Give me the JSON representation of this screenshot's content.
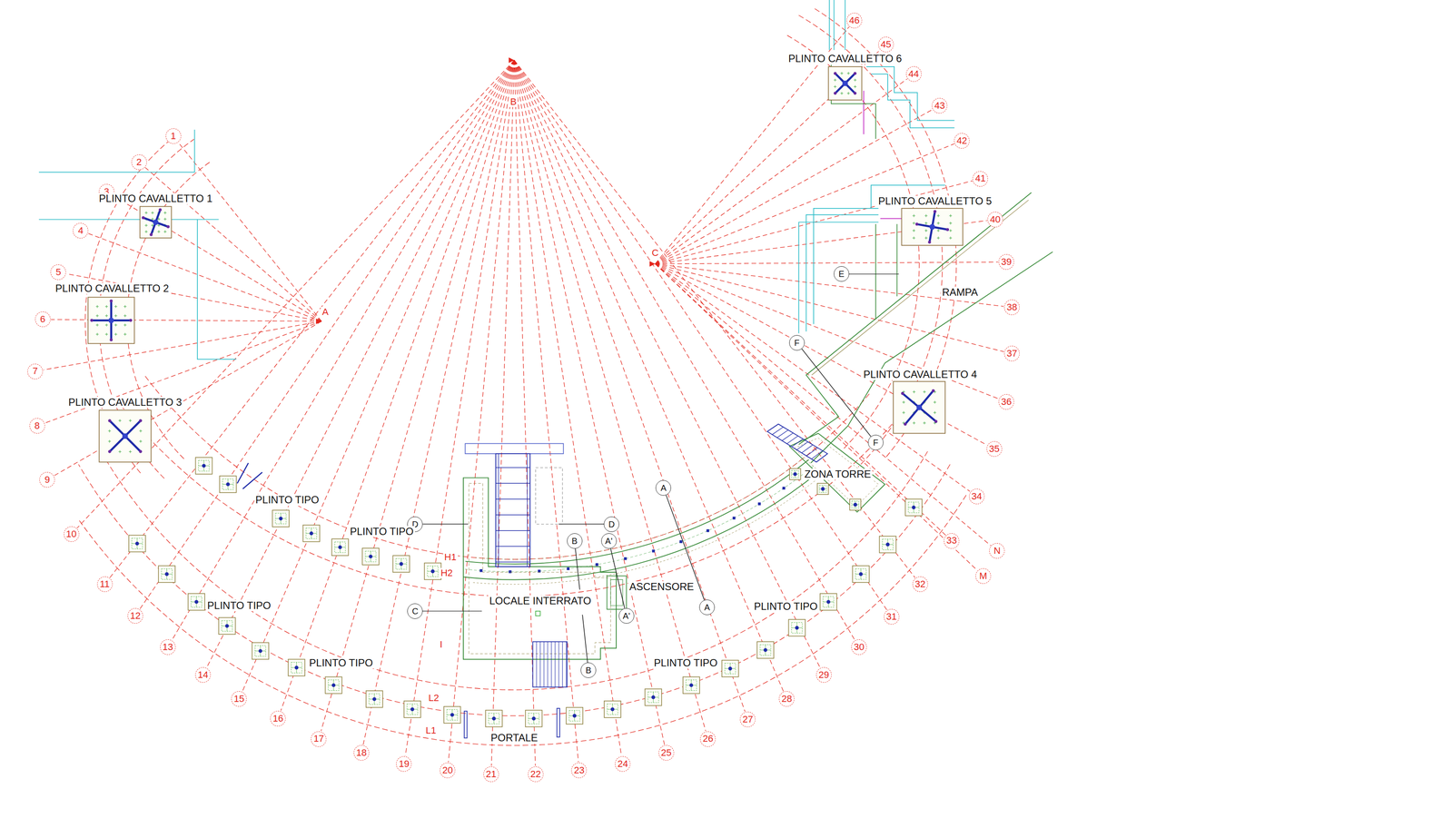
{
  "diagram": {
    "nodes": [
      {
        "text": [
          "1"
        ]
      },
      {
        "text": [
          "2"
        ]
      },
      {
        "text": [
          "3"
        ]
      },
      {
        "text": [
          "4"
        ]
      },
      {
        "text": [
          "5"
        ]
      },
      {
        "text": [
          "6"
        ]
      },
      {
        "text": [
          "7"
        ]
      },
      {
        "text": [
          "8"
        ]
      },
      {
        "text": [
          "9"
        ]
      },
      {
        "text": [
          "10"
        ]
      },
      {
        "text": [
          "11"
        ]
      },
      {
        "text": [
          "12"
        ]
      },
      {
        "text": [
          "13"
        ]
      },
      {
        "text": [
          "14"
        ]
      },
      {
        "text": [
          "15"
        ]
      },
      {
        "text": [
          "16"
        ]
      },
      {
        "text": [
          "17"
        ]
      },
      {
        "text": [
          "18"
        ]
      },
      {
        "text": [
          "19"
        ]
      },
      {
        "text": [
          "20"
        ]
      },
      {
        "text": [
          "21"
        ]
      },
      {
        "text": [
          "22"
        ]
      },
      {
        "text": [
          "23"
        ]
      },
      {
        "text": [
          "24"
        ]
      },
      {
        "text": [
          "25"
        ]
      },
      {
        "text": [
          "26"
        ]
      },
      {
        "text": [
          "27"
        ]
      },
      {
        "text": [
          "28"
        ]
      },
      {
        "text": [
          "29"
        ]
      },
      {
        "text": [
          "30"
        ]
      },
      {
        "text": [
          "31"
        ]
      },
      {
        "text": [
          "32"
        ]
      },
      {
        "text": [
          "33"
        ]
      },
      {
        "text": [
          "34"
        ]
      },
      {
        "text": [
          "35"
        ]
      },
      {
        "text": [
          "36"
        ]
      },
      {
        "text": [
          "37"
        ]
      },
      {
        "text": [
          "38"
        ]
      },
      {
        "text": [
          "39"
        ]
      },
      {
        "text": [
          "40"
        ]
      },
      {
        "text": [
          "41"
        ]
      },
      {
        "text": [
          "42"
        ]
      },
      {
        "text": [
          "43"
        ]
      },
      {
        "text": [
          "44"
        ]
      },
      {
        "text": [
          "45"
        ]
      },
      {
        "text": [
          "46"
        ]
      },
      {
        "text": [
          "N"
        ]
      },
      {
        "text": [
          "M"
        ]
      },
      {
        "text": [
          "PLINTO CAVALLETTO 1"
        ]
      },
      {
        "text": [
          "PLINTO CAVALLETTO 2"
        ]
      },
      {
        "text": [
          "PLINTO CAVALLETTO 3"
        ]
      },
      {
        "text": [
          "PLINTO CAVALLETTO 4"
        ]
      },
      {
        "text": [
          "PLINTO CAVALLETTO 5"
        ]
      },
      {
        "text": [
          "PLINTO CAVALLETTO 6"
        ]
      },
      {
        "text": [
          "A"
        ]
      },
      {
        "text": [
          "A"
        ]
      },
      {
        "text": [
          "A'"
        ]
      },
      {
        "text": [
          "A'"
        ]
      },
      {
        "text": [
          "B"
        ]
      },
      {
        "text": [
          "B"
        ]
      },
      {
        "text": [
          "C"
        ]
      },
      {
        "text": [
          "D"
        ]
      },
      {
        "text": [
          "D"
        ]
      },
      {
        "text": [
          "E"
        ]
      },
      {
        "text": [
          "F"
        ]
      },
      {
        "text": [
          "F"
        ]
      }
    ],
    "edges": [
      {
        "from": 54,
        "to": 55,
        "arrow": "none"
      },
      {
        "from": 56,
        "to": 57,
        "arrow": "none"
      },
      {
        "from": 58,
        "to": 59,
        "arrow": "none"
      },
      {
        "from": 61,
        "to": 62,
        "arrow": "none"
      },
      {
        "from": 64,
        "to": 65,
        "arrow": "none"
      }
    ],
    "labels": [
      "A",
      "B",
      "C",
      "PLINTO TIPO",
      "PLINTO TIPO",
      "PLINTO TIPO",
      "PLINTO TIPO",
      "PLINTO TIPO",
      "PLINTO TIPO",
      "LOCALE INTERRATO",
      "ASCENSORE",
      "ZONA TORRE",
      "RAMPA",
      "PORTALE",
      "H1",
      "H2",
      "L2",
      "L1",
      "I"
    ]
  }
}
